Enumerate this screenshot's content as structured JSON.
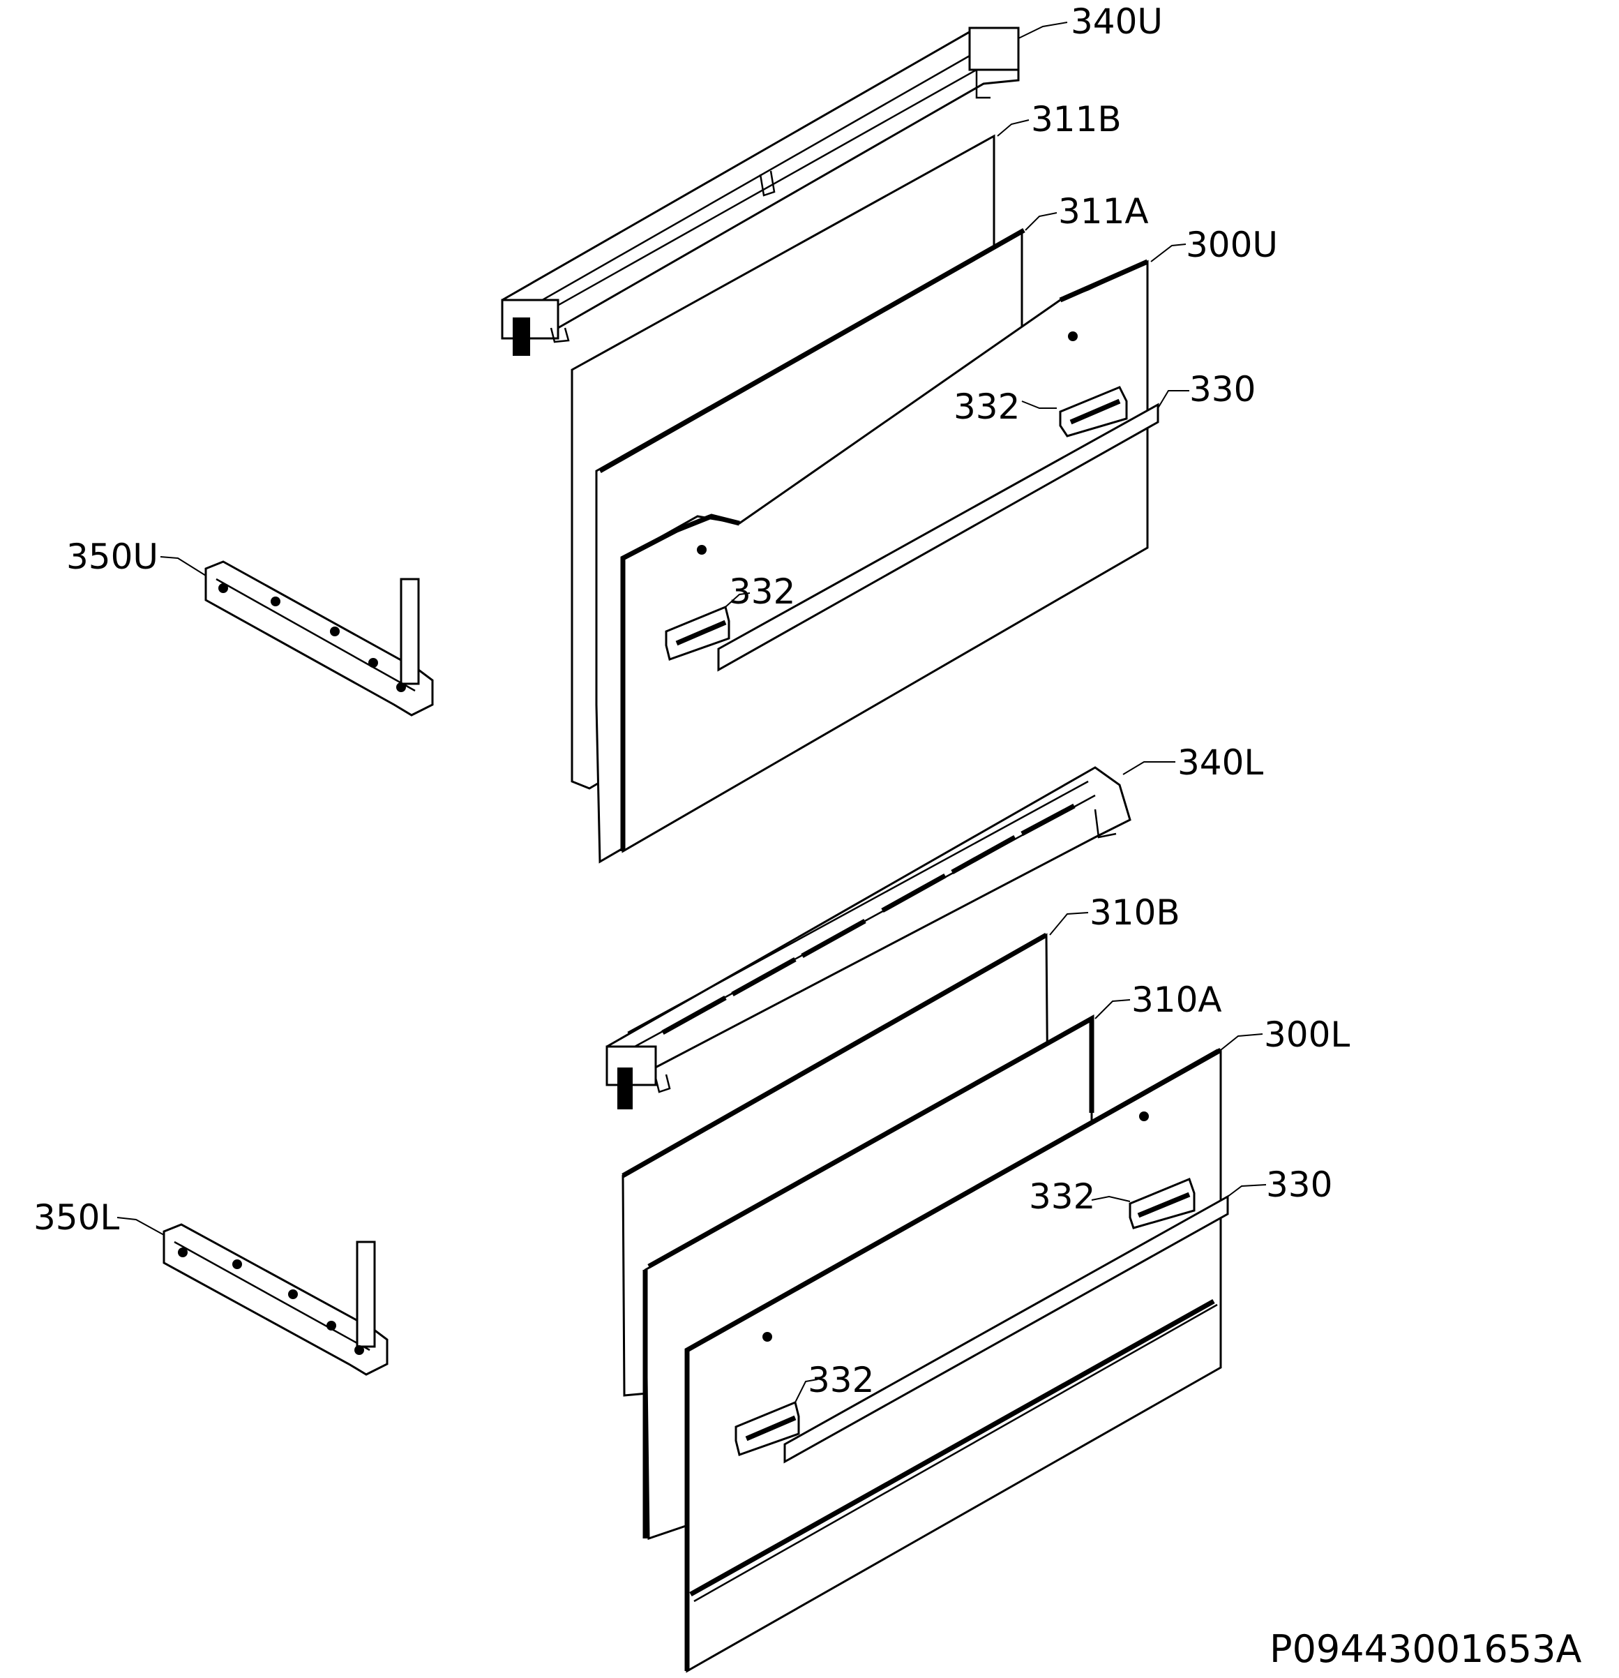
{
  "callouts": {
    "c340U": "340U",
    "c311B": "311B",
    "c311A": "311A",
    "c300U": "300U",
    "c332_upper_right": "332",
    "c330_upper": "330",
    "c350U": "350U",
    "c332_upper_left": "332",
    "c340L": "340L",
    "c310B": "310B",
    "c310A": "310A",
    "c300L": "300L",
    "c332_lower_right": "332",
    "c330_lower": "330",
    "c350L": "350L",
    "c332_lower_left": "332"
  },
  "document_id": "P09443001653A"
}
